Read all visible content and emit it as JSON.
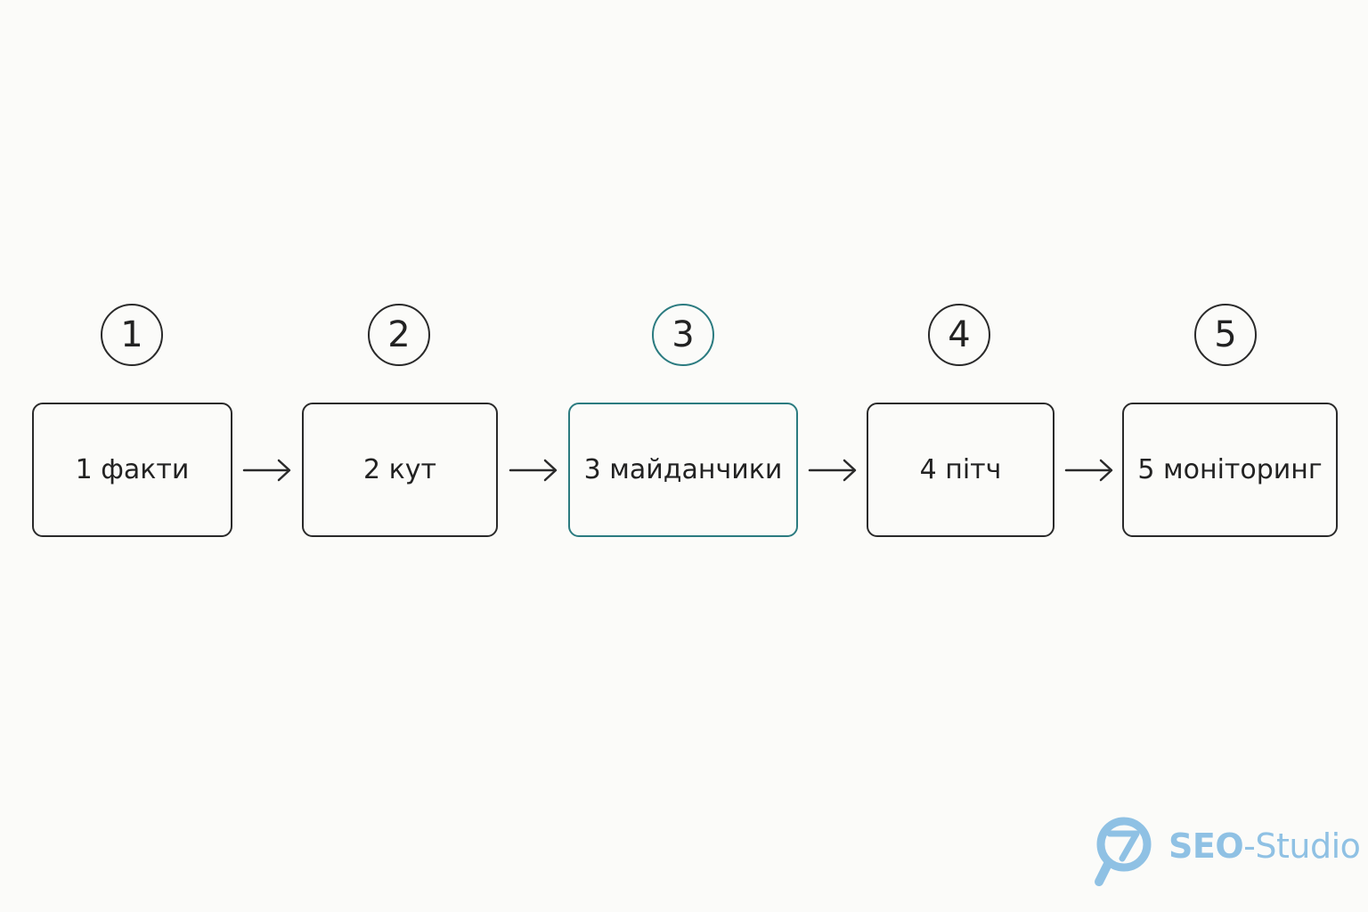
{
  "steps": [
    {
      "number": "1",
      "label": "1 факти",
      "highlighted": false
    },
    {
      "number": "2",
      "label": "2 кут",
      "highlighted": false
    },
    {
      "number": "3",
      "label": "3 майданчики",
      "highlighted": true
    },
    {
      "number": "4",
      "label": "4 пітч",
      "highlighted": false
    },
    {
      "number": "5",
      "label": "5 моніторинг",
      "highlighted": false
    }
  ],
  "connector_icon": "arrow-right-icon",
  "logo": {
    "icon": "magnifier-seven-icon",
    "bold_part": "SEO",
    "rest": "-Studio"
  },
  "colors": {
    "background": "#fbfbf9",
    "stroke": "#2a2a2a",
    "highlight": "#2b7b80",
    "logo": "#8fc1e4"
  }
}
